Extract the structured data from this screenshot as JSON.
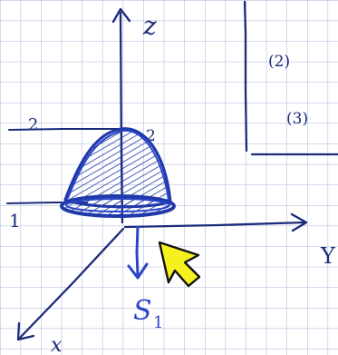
{
  "diagram": {
    "axes": {
      "z_label": "z",
      "y_label": "Y",
      "x_label": "x"
    },
    "z_axis_tick_label": "2",
    "left_tick_top": "2",
    "left_tick_bottom": "1",
    "surface_label": {
      "letter": "S",
      "subscript": "1"
    },
    "side_panel": {
      "entry_1": "(2)",
      "entry_2": "(3)"
    },
    "cursor_color": "#f6f01e",
    "ink_color": "#1b2a7a",
    "pen_blue": "#2b45c8"
  }
}
